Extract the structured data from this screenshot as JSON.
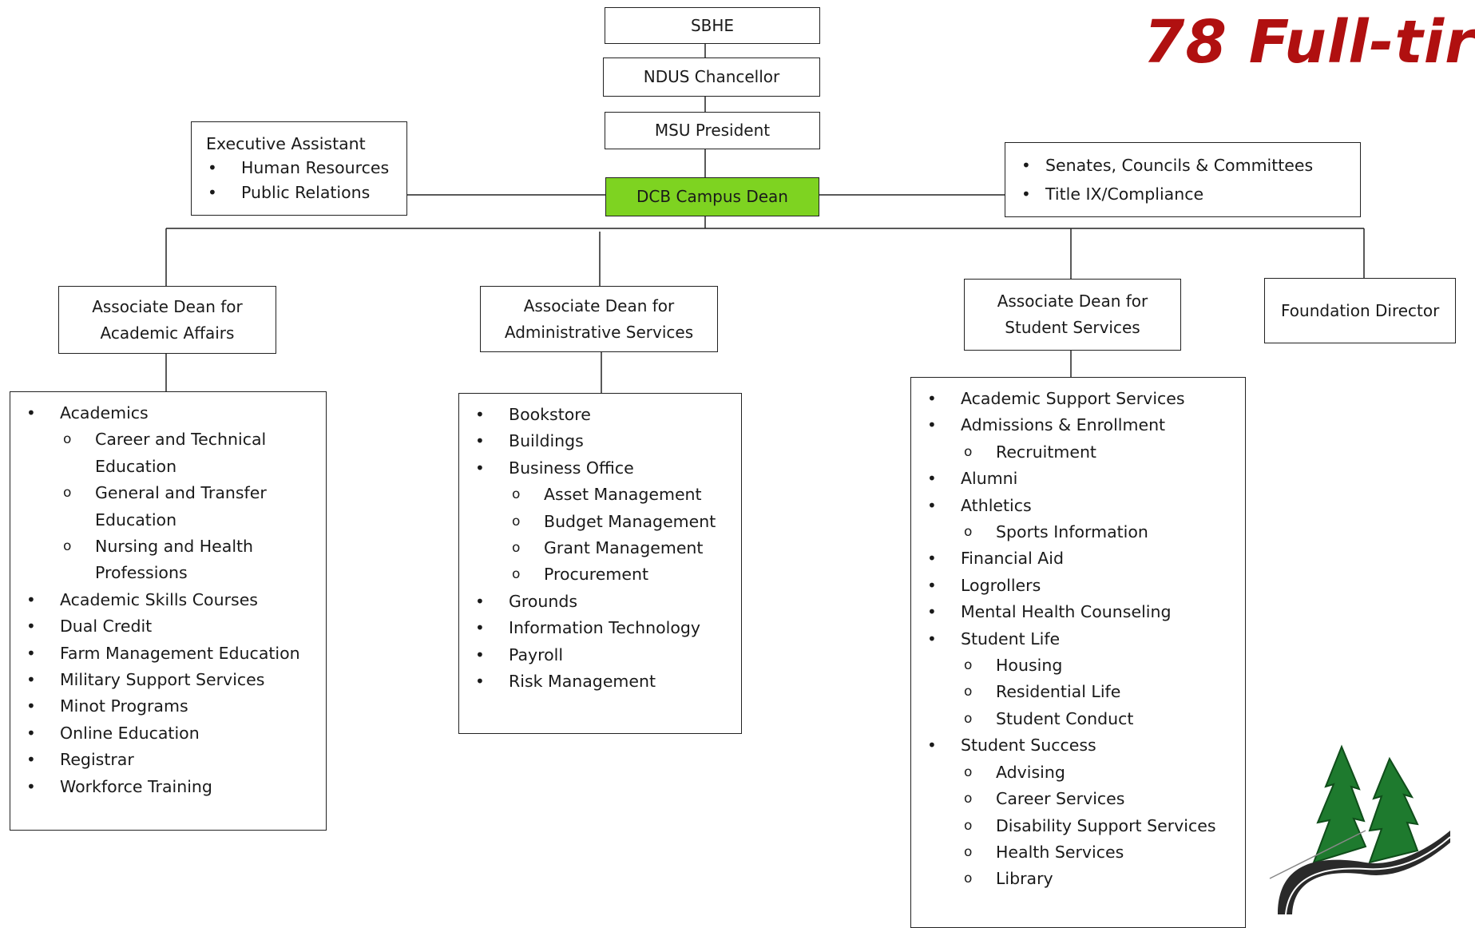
{
  "headline": "78 Full-tir",
  "top_chain": {
    "sbhe": "SBHE",
    "chancellor": "NDUS Chancellor",
    "president": "MSU President",
    "dean": "DCB Campus Dean"
  },
  "exec_box": {
    "title": "Executive Assistant",
    "items": [
      "Human Resources",
      "Public Relations"
    ]
  },
  "senate_box": {
    "items": [
      "Senates, Councils & Committees",
      "Title IX/Compliance"
    ]
  },
  "academic": {
    "title_line1": "Associate Dean for",
    "title_line2": "Academic Affairs",
    "items": [
      {
        "text": "Academics",
        "level": 1
      },
      {
        "text": "Career and Technical",
        "level": 2
      },
      {
        "text": "Education",
        "level": 3
      },
      {
        "text": "General and Transfer",
        "level": 2
      },
      {
        "text": "Education",
        "level": 3
      },
      {
        "text": "Nursing and Health",
        "level": 2
      },
      {
        "text": "Professions",
        "level": 3
      },
      {
        "text": "Academic Skills Courses",
        "level": 1
      },
      {
        "text": "Dual Credit",
        "level": 1
      },
      {
        "text": "Farm Management Education",
        "level": 1
      },
      {
        "text": "Military Support Services",
        "level": 1
      },
      {
        "text": "Minot Programs",
        "level": 1
      },
      {
        "text": "Online Education",
        "level": 1
      },
      {
        "text": "Registrar",
        "level": 1
      },
      {
        "text": "Workforce Training",
        "level": 1
      }
    ]
  },
  "admin": {
    "title_line1": "Associate Dean for",
    "title_line2": "Administrative Services",
    "items": [
      {
        "text": "Bookstore",
        "level": 1
      },
      {
        "text": "Buildings",
        "level": 1
      },
      {
        "text": "Business Office",
        "level": 1
      },
      {
        "text": "Asset Management",
        "level": 2
      },
      {
        "text": "Budget Management",
        "level": 2
      },
      {
        "text": "Grant Management",
        "level": 2
      },
      {
        "text": "Procurement",
        "level": 2
      },
      {
        "text": "Grounds",
        "level": 1
      },
      {
        "text": "Information Technology",
        "level": 1
      },
      {
        "text": "Payroll",
        "level": 1
      },
      {
        "text": "Risk Management",
        "level": 1
      }
    ]
  },
  "student": {
    "title_line1": "Associate Dean for",
    "title_line2": "Student Services",
    "items": [
      {
        "text": "Academic Support Services",
        "level": 1
      },
      {
        "text": "Admissions & Enrollment",
        "level": 1
      },
      {
        "text": "Recruitment",
        "level": 2
      },
      {
        "text": "Alumni",
        "level": 1
      },
      {
        "text": "Athletics",
        "level": 1
      },
      {
        "text": "Sports Information",
        "level": 2
      },
      {
        "text": "Financial Aid",
        "level": 1
      },
      {
        "text": "Logrollers",
        "level": 1
      },
      {
        "text": "Mental Health Counseling",
        "level": 1
      },
      {
        "text": "Student Life",
        "level": 1
      },
      {
        "text": "Housing",
        "level": 2
      },
      {
        "text": "Residential Life",
        "level": 2
      },
      {
        "text": "Student Conduct",
        "level": 2
      },
      {
        "text": "Student Success",
        "level": 1
      },
      {
        "text": "Advising",
        "level": 2
      },
      {
        "text": "Career Services",
        "level": 2
      },
      {
        "text": "Disability Support Services",
        "level": 2
      },
      {
        "text": "Health Services",
        "level": 2
      },
      {
        "text": "Library",
        "level": 2
      }
    ]
  },
  "foundation": "Foundation Director",
  "colors": {
    "dean_highlight": "#7ed321",
    "headline": "#b01010",
    "logo_tree": "#1e7a2e",
    "logo_road": "#2a2a2a"
  }
}
